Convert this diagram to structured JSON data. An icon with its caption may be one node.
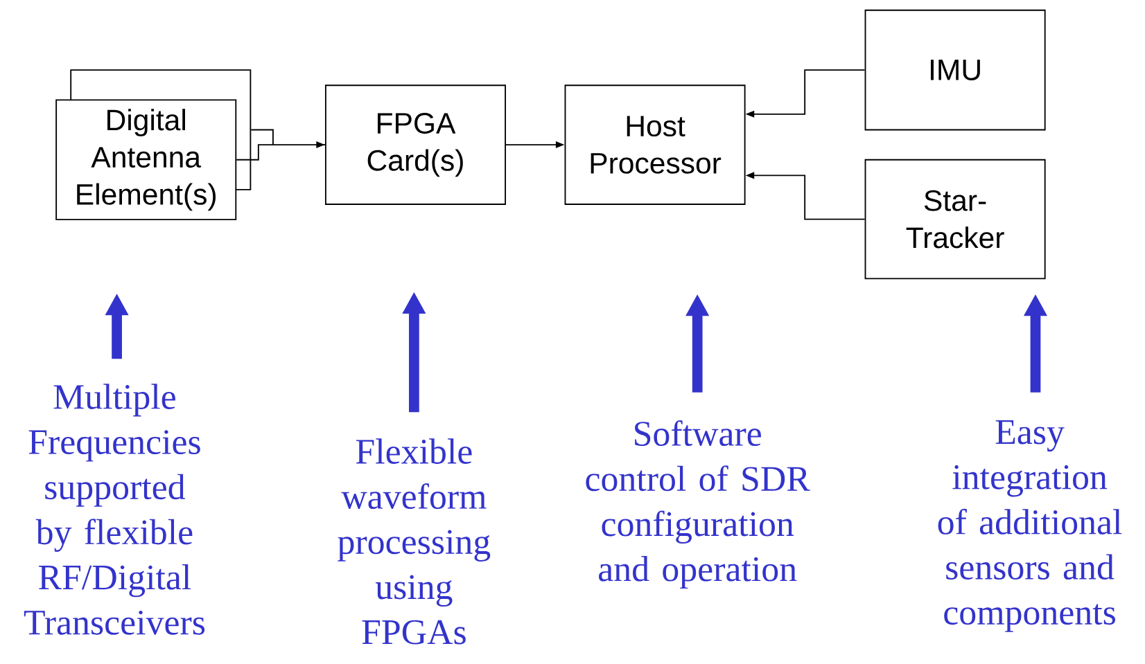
{
  "diagram": {
    "nodes": [
      {
        "text": [
          "Digital Antenna Element(s)"
        ]
      },
      {
        "text": [
          "FPGA Card(s)"
        ]
      },
      {
        "text": [
          "Host Processor"
        ]
      },
      {
        "text": [
          "IMU"
        ]
      },
      {
        "text": [
          "Star-Tracker"
        ]
      }
    ],
    "edges": [
      {
        "from": 0,
        "to": 1,
        "arrow": "to"
      },
      {
        "from": 1,
        "to": 2,
        "arrow": "to"
      },
      {
        "from": 3,
        "to": 2,
        "arrow": "to"
      },
      {
        "from": 4,
        "to": 2,
        "arrow": "to"
      }
    ],
    "labels": [
      "Multiple Frequencies supported by flexible RF/Digital Transceivers",
      "Flexible waveform processing using FPGAs",
      "Software control of SDR configuration and operation",
      "Easy integration of additional sensors and components"
    ]
  }
}
